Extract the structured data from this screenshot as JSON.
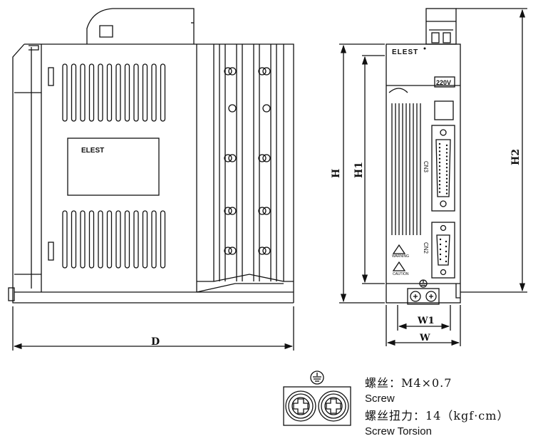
{
  "brand": "ELEST",
  "side_view": {
    "window_label": "ELEST"
  },
  "front_view": {
    "brand": "ELEST",
    "voltage_label": "220V",
    "port_cn3": "CN3",
    "port_cn2": "CN2",
    "warning_label": "WARNING",
    "caution_label": "CAUTION"
  },
  "dimensions": {
    "D": "D",
    "H": "H",
    "H1": "H1",
    "H2": "H2",
    "W": "W",
    "W1": "W1"
  },
  "screw_spec": {
    "screw_cn": "螺丝：M4×0.7",
    "screw_en": "Screw",
    "torsion_cn": "螺丝扭力：14（kgf·cm）",
    "torsion_en": "Screw Torsion"
  }
}
